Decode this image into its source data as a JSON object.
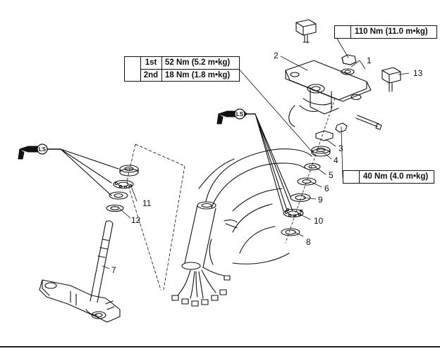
{
  "torque_specs": {
    "top_right": {
      "value": "110 Nm (11.0 m•kg)"
    },
    "steps": {
      "rows": [
        {
          "stage": "1st",
          "value": "52 Nm (5.2 m•kg)"
        },
        {
          "stage": "2nd",
          "value": "18 Nm (1.8 m•kg)"
        }
      ]
    },
    "mid_right": {
      "value": "40 Nm (4.0 m•kg)"
    }
  },
  "lubricant_symbol": "LS",
  "callouts": [
    "1",
    "2",
    "3",
    "4",
    "5",
    "6",
    "7",
    "8",
    "9",
    "10",
    "11",
    "12",
    "13"
  ]
}
